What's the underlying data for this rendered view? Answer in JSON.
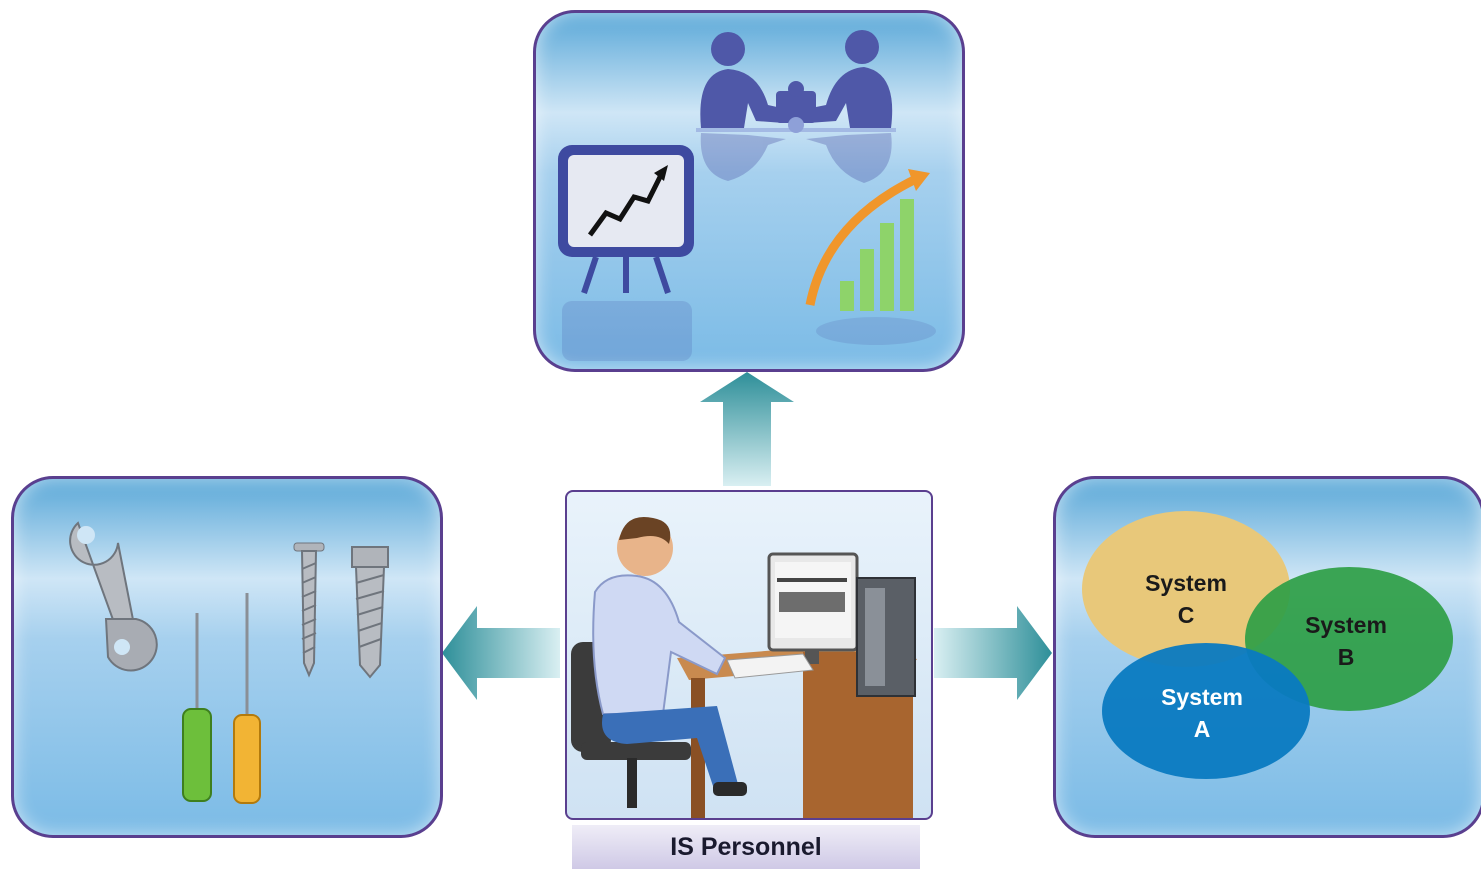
{
  "center": {
    "caption": "IS Personnel"
  },
  "venn": {
    "c": {
      "line1": "System",
      "line2": "C"
    },
    "b": {
      "line1": "System",
      "line2": "B"
    },
    "a": {
      "line1": "System",
      "line2": "A"
    }
  },
  "colors": {
    "panel_border": "#5a3f8f",
    "arrow": "#2e8f99",
    "system_c": "#e8c87a",
    "system_b": "#2e9e45",
    "system_a": "#0a7ac1"
  }
}
